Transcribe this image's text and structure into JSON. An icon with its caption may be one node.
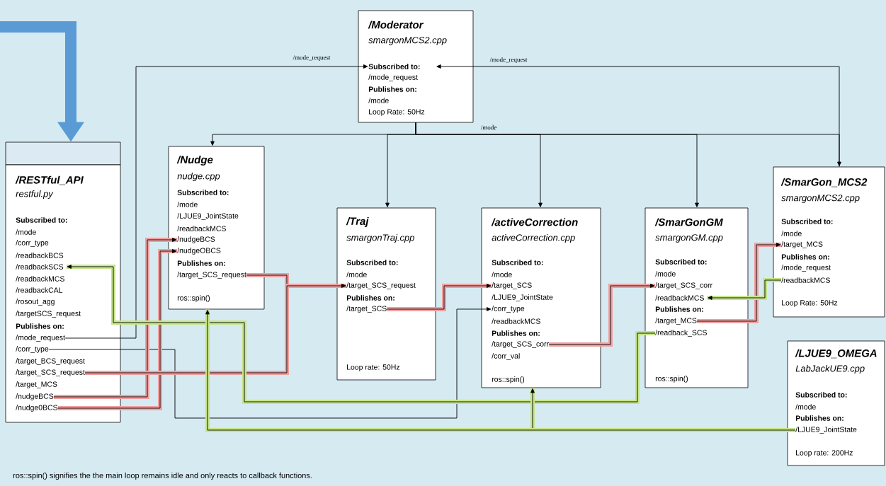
{
  "diagram": {
    "caption": "ros::spin() signifies the the main loop remains idle and only reacts to callback functions.",
    "nodes": [
      {
        "text": [],
        "shape": "box"
      },
      {
        "text": [
          "/RESTful_API",
          "restful.py",
          "Subscribed to:",
          "/mode",
          "/corr_type",
          "/readbackBCS",
          "/readbackSCS",
          "/readbackMCS",
          "/readbackCAL",
          "/rosout_agg",
          "/targetSCS_request",
          "Publishes on:",
          "/mode_request",
          "/corr_type",
          "/target_BCS_request",
          "/target_SCS_request",
          "/target_MCS",
          "/nudgeBCS",
          "/nudge0BCS"
        ]
      },
      {
        "text": [
          "/Moderator",
          "smargonMCS2.cpp",
          "Subscribed to:",
          "/mode_request",
          "Publishes on:",
          "/mode",
          "Loop Rate: 50Hz"
        ]
      },
      {
        "text": [
          "/Nudge",
          "nudge.cpp",
          "Subscribed to:",
          "/mode",
          "/LJUE9_JointState",
          "/readbackMCS",
          "/nudgeBCS",
          "/nudgeOBCS",
          "Publishes on:",
          "/target_SCS_request",
          "ros::spin()"
        ]
      },
      {
        "text": [
          "/Traj",
          "smargonTraj.cpp",
          "Subscribed to:",
          "/mode",
          "/target_SCS_request",
          "Publishes on:",
          "/target_SCS",
          "Loop rate: 50Hz"
        ]
      },
      {
        "text": [
          "/activeCorrection",
          "activeCorrection.cpp",
          "Subscribed to:",
          "/mode",
          "/target_SCS",
          "/LJUE9_JointState",
          "/corr_type",
          "/readbackMCS",
          "Publishes on:",
          "/target_SCS_corr",
          "/corr_val",
          "ros::spin()"
        ]
      },
      {
        "text": [
          "/SmarGonGM",
          "smargonGM.cpp",
          "Subscribed to:",
          "/mode",
          "/target_SCS_corr",
          "/readbackMCS",
          "Publishes on:",
          "/target_MCS",
          "/readback_SCS",
          "ros::spin()"
        ]
      },
      {
        "text": [
          "/SmarGon_MCS2",
          "smargonMCS2.cpp",
          "Subscribed to:",
          "/mode",
          "/target_MCS",
          "Publishes on:",
          "/mode_request",
          "/readbackMCS",
          "Loop Rate: 50Hz"
        ]
      },
      {
        "text": [
          "/LJUE9_OMEGA",
          "LabJackUE9.cpp",
          "Subscribed to:",
          "/mode",
          "Publishes on:",
          "/LJUE9_JointState",
          "Loop rate: 200Hz"
        ]
      }
    ],
    "edges": [
      {
        "from": 1,
        "to": 2,
        "arrow": "to",
        "label": "/mode_request"
      },
      {
        "from": 7,
        "to": 2,
        "arrow": "to",
        "label": "/mode_request"
      },
      {
        "from": 2,
        "to": 3,
        "arrow": "to"
      },
      {
        "from": 2,
        "to": 4,
        "arrow": "to"
      },
      {
        "from": 2,
        "to": 5,
        "arrow": "to"
      },
      {
        "from": 2,
        "to": 6,
        "arrow": "to"
      },
      {
        "from": 2,
        "to": 7,
        "arrow": "to",
        "label": "/mode"
      },
      {
        "from": 1,
        "to": 5,
        "arrow": "to"
      },
      {
        "from": 1,
        "to": 3,
        "arrow": "to",
        "color": "#f0a0a0"
      },
      {
        "from": 1,
        "to": 3,
        "arrow": "to",
        "color": "#f0a0a0"
      },
      {
        "from": 1,
        "to": 4,
        "arrow": "to",
        "color": "#f0a0a0"
      },
      {
        "from": 3,
        "to": 4,
        "arrow": "to",
        "color": "#f0a0a0"
      },
      {
        "from": 4,
        "to": 5,
        "arrow": "to",
        "color": "#f0a0a0"
      },
      {
        "from": 5,
        "to": 6,
        "arrow": "to",
        "color": "#f0a0a0"
      },
      {
        "from": 6,
        "to": 7,
        "arrow": "to",
        "color": "#f0a0a0"
      },
      {
        "from": 7,
        "to": 6,
        "arrow": "to",
        "color": "#c6e58a"
      },
      {
        "from": 6,
        "to": 1,
        "arrow": "to",
        "color": "#c6e58a"
      },
      {
        "from": 8,
        "to": 5,
        "arrow": "to",
        "color": "#c6e58a"
      },
      {
        "from": 8,
        "to": 3,
        "arrow": "to",
        "color": "#c6e58a"
      },
      {
        "from": null,
        "to": 0,
        "arrow": "to",
        "style": "thick",
        "color": "#5b9bd5"
      }
    ]
  }
}
